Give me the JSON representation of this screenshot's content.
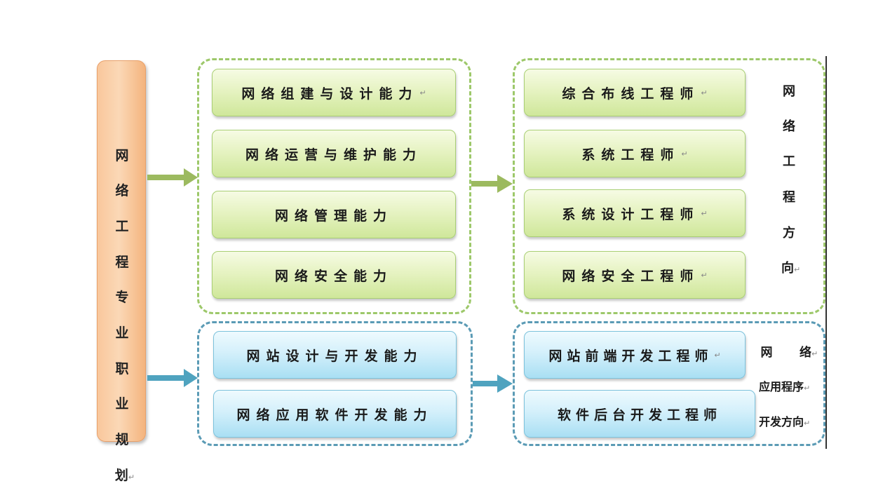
{
  "title_column": {
    "chars": [
      "网",
      "络",
      "工",
      "程",
      "专",
      "业",
      "职",
      "业",
      "规",
      "划"
    ],
    "return_mark": "↵"
  },
  "abilities_network": [
    {
      "label": "网络组建与设计能力",
      "mark": "↵"
    },
    {
      "label": "网络运营与维护能力",
      "mark": ""
    },
    {
      "label": "网络管理能力",
      "mark": ""
    },
    {
      "label": "网络安全能力",
      "mark": ""
    }
  ],
  "abilities_app": [
    {
      "label": "网站设计与开发能力",
      "mark": ""
    },
    {
      "label": "网络应用软件开发能力",
      "mark": ""
    }
  ],
  "roles_network": [
    {
      "label": "综合布线工程师",
      "mark": "↵"
    },
    {
      "label": "系统工程师",
      "mark": "↵"
    },
    {
      "label": "系统设计工程师",
      "mark": "↵"
    },
    {
      "label": "网络安全工程师",
      "mark": "↵"
    }
  ],
  "roles_app": [
    {
      "label": "网站前端开发工程师",
      "mark": "↵"
    },
    {
      "label": "软件后台开发工程师",
      "mark": ""
    }
  ],
  "direction_network": {
    "chars": [
      "网",
      "络",
      "工",
      "程",
      "方",
      "向"
    ],
    "return_mark": "↵"
  },
  "direction_app": {
    "line1a": "网",
    "line1b": "络",
    "line2": "应用程序",
    "line3": "开发方向",
    "return_mark": "↵"
  },
  "colors": {
    "green_arrow": "#9cba5f",
    "blue_arrow": "#4fa3bf",
    "green_dash": "#9dc86a",
    "blue_dash": "#5b9bb5"
  }
}
